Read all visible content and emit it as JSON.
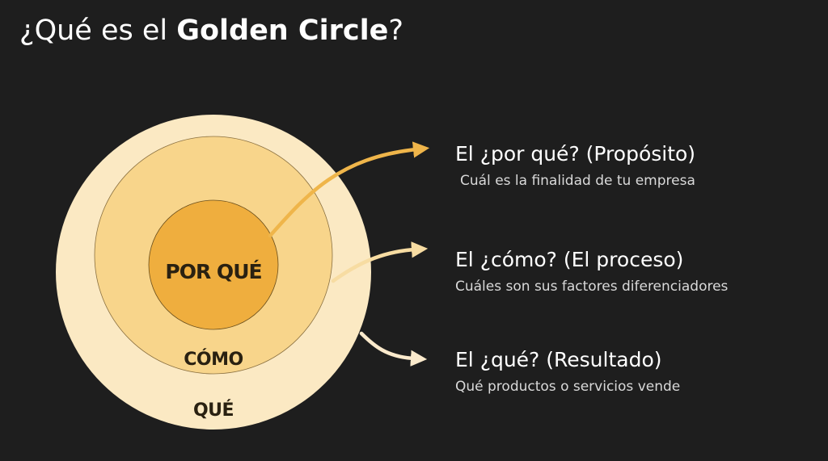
{
  "title": {
    "prefix": "¿Qué es el ",
    "highlight": "Golden Circle",
    "suffix": "?"
  },
  "circles": {
    "outer_label": "QUÉ",
    "middle_label": "CÓMO",
    "inner_label": "POR QUÉ"
  },
  "colors": {
    "background": "#1e1e1e",
    "outer_circle": "#fbe9c3",
    "middle_circle": "#f8d58b",
    "inner_circle": "#efae3e",
    "arrow_why": "#efb54a",
    "arrow_how": "#f7dca2",
    "arrow_what": "#fbeacc",
    "label_text": "#2a2111"
  },
  "items": [
    {
      "heading": "El ¿por qué? (Propósito)",
      "description": "Cuál es la finalidad de tu empresa"
    },
    {
      "heading": "El ¿cómo? (El proceso)",
      "description": "Cuáles son sus factores diferenciadores"
    },
    {
      "heading": "El ¿qué? (Resultado)",
      "description": "Qué productos o servicios vende"
    }
  ]
}
